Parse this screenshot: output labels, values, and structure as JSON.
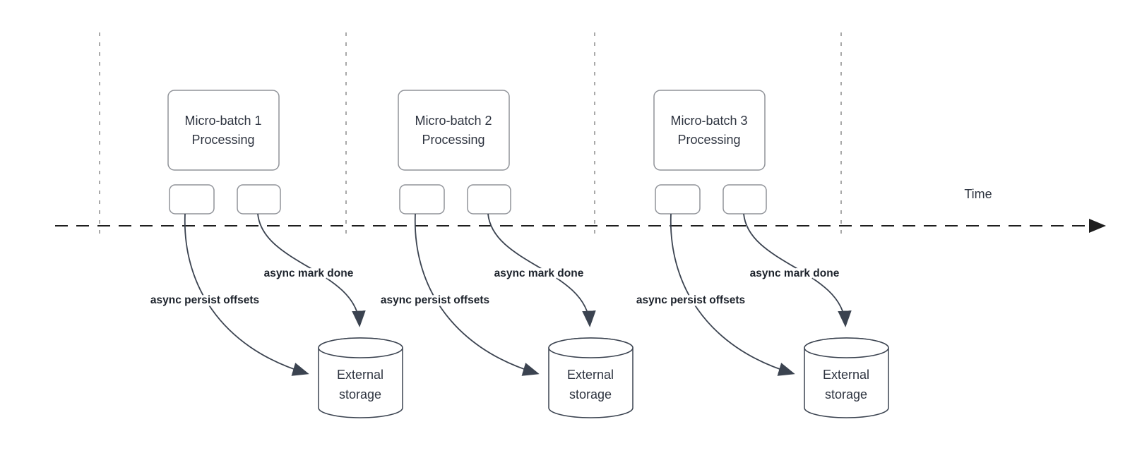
{
  "colors": {
    "canvas_bg": "#ffffff",
    "box_border": "#909399",
    "connector": "#3b4350",
    "timeline_line": "#1e1e1e",
    "grid_dash": "#a9a9a9",
    "box_text": "#2e3440",
    "async_label_text": "#1c222b"
  },
  "timeline": {
    "label": "Time"
  },
  "groups": [
    {
      "batch_title": "Micro-batch 1",
      "batch_subtitle": "Processing",
      "persist_label": "async persist offsets",
      "done_label": "async mark done",
      "storage_title": "External",
      "storage_subtitle": "storage"
    },
    {
      "batch_title": "Micro-batch 2",
      "batch_subtitle": "Processing",
      "persist_label": "async persist offsets",
      "done_label": "async mark done",
      "storage_title": "External",
      "storage_subtitle": "storage"
    },
    {
      "batch_title": "Micro-batch 3",
      "batch_subtitle": "Processing",
      "persist_label": "async persist offsets",
      "done_label": "async mark done",
      "storage_title": "External",
      "storage_subtitle": "storage"
    }
  ]
}
